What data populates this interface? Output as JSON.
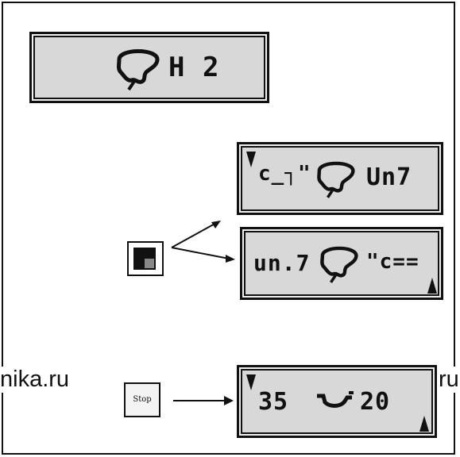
{
  "display_top": {
    "text": "H 2",
    "icon": "tyre-outline-icon"
  },
  "display_upper_right": {
    "left": "c_┐\"",
    "right": "Un7",
    "icon": "tyre-outline-icon"
  },
  "display_lower_right": {
    "left": "un.7",
    "right": "\"c==",
    "icon": "tyre-outline-icon"
  },
  "display_bottom": {
    "left": "35",
    "right": "20",
    "icon": "rim-profile-icon"
  },
  "stop_key": {
    "label": "Stop"
  },
  "watermark": {
    "left": "nika.ru",
    "right": "ru"
  },
  "colors": {
    "lcd": "#d8d8d8",
    "ink": "#111111"
  }
}
